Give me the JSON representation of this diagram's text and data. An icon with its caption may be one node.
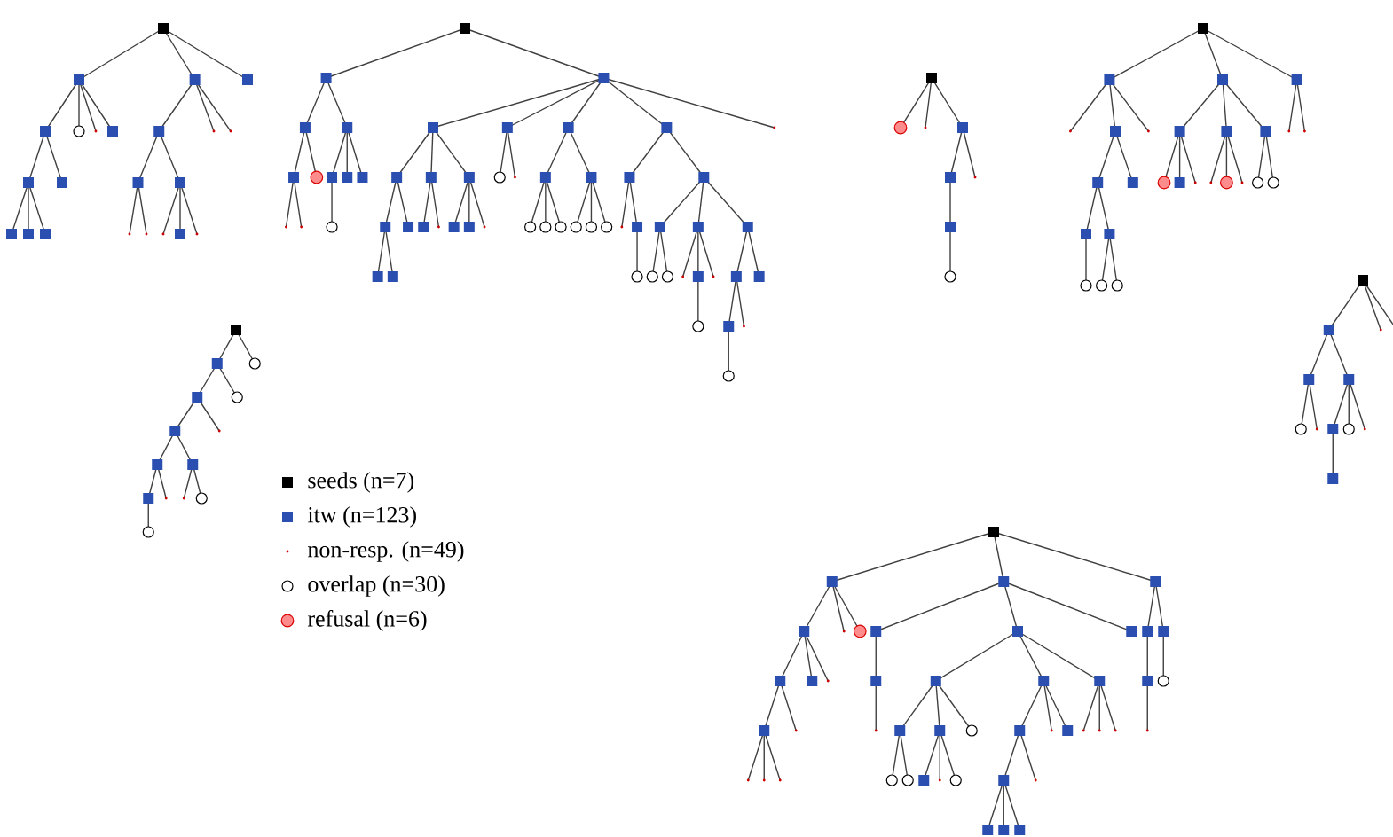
{
  "diagram": {
    "legend": [
      {
        "text": "seeds (n=7)"
      },
      {
        "text": "itw (n=123)"
      },
      {
        "text": "non-resp. (n=49)"
      },
      {
        "text": "overlap (n=30)"
      },
      {
        "text": "refusal (n=6)"
      }
    ]
  }
}
